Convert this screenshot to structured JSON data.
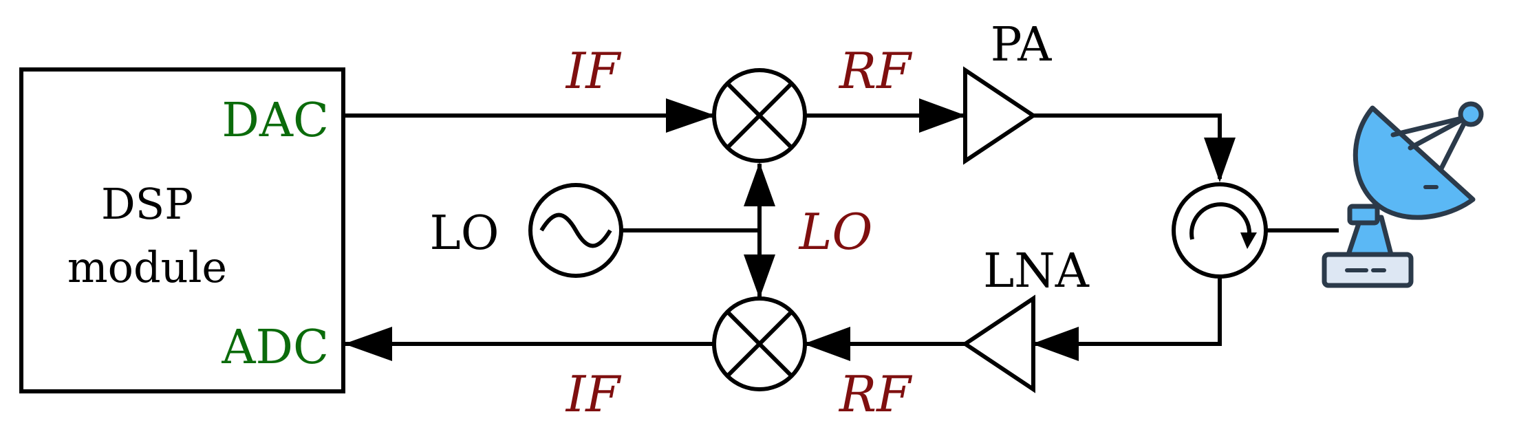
{
  "dsp": {
    "line1": "DSP",
    "line2": "module",
    "dac": "DAC",
    "adc": "ADC"
  },
  "signals": {
    "if_top": "IF",
    "rf_top": "RF",
    "lo_mid": "LO",
    "if_bot": "IF",
    "rf_bot": "RF"
  },
  "blocks": {
    "pa": "PA",
    "lna": "LNA",
    "lo": "LO"
  },
  "icons": {
    "antenna": "satellite-dish-icon",
    "circulator": "circulator-icon",
    "mixer": "mixer-icon",
    "oscillator": "oscillator-icon"
  },
  "colors": {
    "port_label": "#0b6b0b",
    "signal_label": "#7f0f0f",
    "dish_fill": "#5bb8f5",
    "dish_stroke": "#2b3a4a",
    "base_fill": "#dde7f3"
  }
}
